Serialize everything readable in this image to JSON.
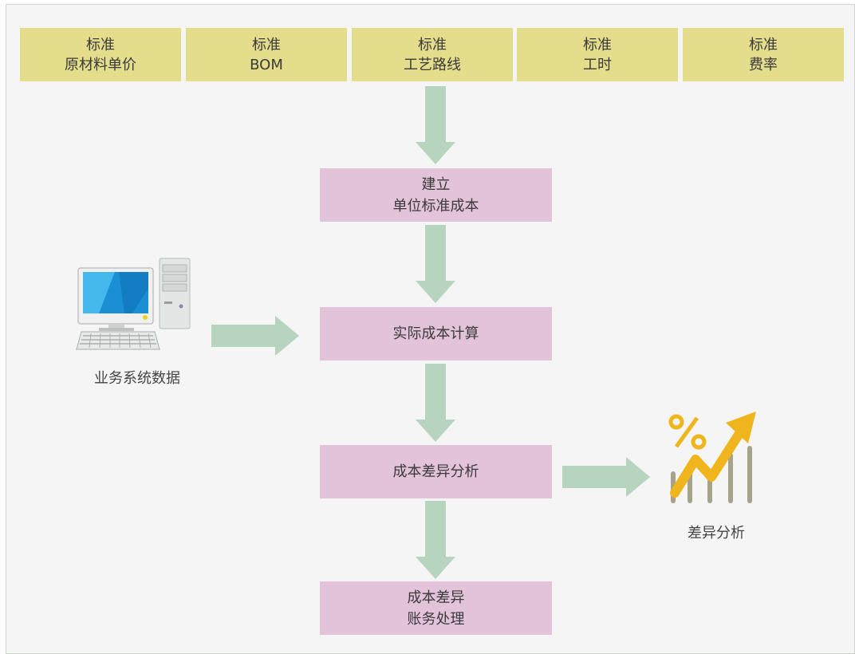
{
  "top_row": [
    {
      "line1": "标准",
      "line2": "原材料单价"
    },
    {
      "line1": "标准",
      "line2": "BOM"
    },
    {
      "line1": "标准",
      "line2": "工艺路线"
    },
    {
      "line1": "标准",
      "line2": "工时"
    },
    {
      "line1": "标准",
      "line2": "费率"
    }
  ],
  "steps": [
    {
      "line1": "建立",
      "line2": "单位标准成本"
    },
    {
      "line1": "实际成本计算",
      "line2": ""
    },
    {
      "line1": "成本差异分析",
      "line2": ""
    },
    {
      "line1": "成本差异",
      "line2": "账务处理"
    }
  ],
  "left_source": {
    "label": "业务系统数据",
    "icon": "computer-icon"
  },
  "right_output": {
    "label": "差异分析",
    "icon": "growth-chart-icon"
  },
  "colors": {
    "top_box": "#e3dd8c",
    "step_box": "#e3c3da",
    "arrow": "#b7d4bf",
    "background": "#f4f5f4"
  }
}
